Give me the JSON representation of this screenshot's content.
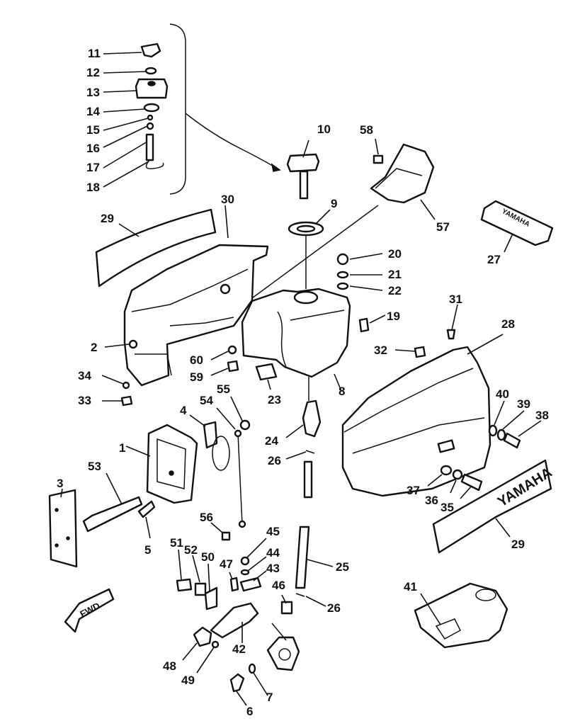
{
  "labels": {
    "p1": "1",
    "p2": "2",
    "p3": "3",
    "p4": "4",
    "p5": "5",
    "p6": "6",
    "p7": "7",
    "p8": "8",
    "p9": "9",
    "p10": "10",
    "p11": "11",
    "p12": "12",
    "p13": "13",
    "p14": "14",
    "p15": "15",
    "p16": "16",
    "p17": "17",
    "p18": "18",
    "p19": "19",
    "p20": "20",
    "p21": "21",
    "p22": "22",
    "p23": "23",
    "p24": "24",
    "p25": "25",
    "p26a": "26",
    "p26b": "26",
    "p27": "27",
    "p28": "28",
    "p29a": "29",
    "p29b": "29",
    "p30": "30",
    "p31": "31",
    "p32": "32",
    "p33": "33",
    "p34": "34",
    "p35": "35",
    "p36": "36",
    "p37": "37",
    "p38": "38",
    "p39": "39",
    "p40": "40",
    "p41": "41",
    "p42": "42",
    "p43": "43",
    "p44": "44",
    "p45": "45",
    "p46": "46",
    "p47": "47",
    "p48": "48",
    "p49": "49",
    "p50": "50",
    "p51": "51",
    "p52": "52",
    "p53": "53",
    "p54": "54",
    "p55": "55",
    "p56": "56",
    "p57": "57",
    "p58": "58",
    "p59": "59",
    "p60": "60"
  },
  "brand": {
    "decal_text": "YAMAHA",
    "pouch_text": "YAMAHA"
  },
  "fwd_arrow_text": "FWD"
}
